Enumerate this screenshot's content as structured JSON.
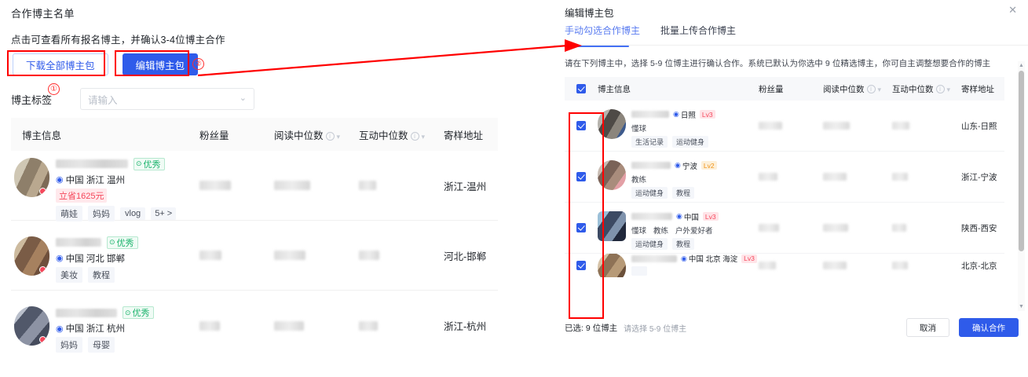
{
  "left": {
    "title": "合作博主名单",
    "subtitle": "点击可查看所有报名博主，并确认3-4位博主合作",
    "download_btn": "下载全部博主包",
    "edit_btn": "编辑博主包",
    "tag_label": "博主标签",
    "tag_placeholder": "请输入",
    "columns": [
      "博主信息",
      "粉丝量",
      "阅读中位数",
      "互动中位数",
      "寄样地址"
    ],
    "rows": [
      {
        "badge": "优秀",
        "location": "中国 浙江 温州",
        "save_badge": "立省1625元",
        "chips": [
          "萌娃",
          "妈妈",
          "vlog"
        ],
        "chip_more": "5+ >",
        "address": "浙江-温州"
      },
      {
        "badge": "优秀",
        "location": "中国 河北 邯郸",
        "chips": [
          "美妆",
          "教程"
        ],
        "address": "河北-邯郸"
      },
      {
        "badge": "优秀",
        "location": "中国 浙江 杭州",
        "chips": [
          "妈妈",
          "母婴"
        ],
        "address": "浙江-杭州"
      }
    ]
  },
  "dialog": {
    "title": "编辑博主包",
    "close": "✕",
    "tabs": [
      {
        "label": "手动勾选合作博主",
        "active": true
      },
      {
        "label": "批量上传合作博主",
        "active": false
      }
    ],
    "hint": "请在下列博主中，选择 5-9 位博主进行确认合作。系统已默认为你选中 9 位精选博主，你可自主调整想要合作的博主",
    "columns": [
      "博主信息",
      "粉丝量",
      "阅读中位数",
      "互动中位数",
      "寄样地址"
    ],
    "rows": [
      {
        "checked": true,
        "location": "日照",
        "level": "Lv3",
        "level_type": "lv3",
        "categories": [
          "懂球"
        ],
        "chips": [
          "生活记录",
          "运动健身"
        ],
        "address": "山东-日照"
      },
      {
        "checked": true,
        "location": "宁波",
        "level": "Lv2",
        "level_type": "lv2",
        "categories": [
          "教练"
        ],
        "chips": [
          "运动健身",
          "教程"
        ],
        "address": "浙江-宁波"
      },
      {
        "checked": true,
        "location": "中国",
        "level": "Lv3",
        "level_type": "lv3",
        "categories": [
          "懂球",
          "教练",
          "户外爱好者"
        ],
        "chips": [
          "运动健身",
          "教程"
        ],
        "address": "陕西-西安"
      },
      {
        "checked": true,
        "location": "中国 北京 海淀",
        "level": "Lv3",
        "level_type": "lv3",
        "categories": [],
        "chips": [],
        "address": "北京-北京"
      }
    ],
    "footer": {
      "selected_text": "已选: 9 位博主",
      "selected_count": "9",
      "hint": "请选择 5-9 位博主",
      "cancel": "取消",
      "confirm": "确认合作"
    }
  },
  "annotations": {
    "marker_1": "①",
    "marker_2": "②",
    "color": "#ff0000"
  }
}
